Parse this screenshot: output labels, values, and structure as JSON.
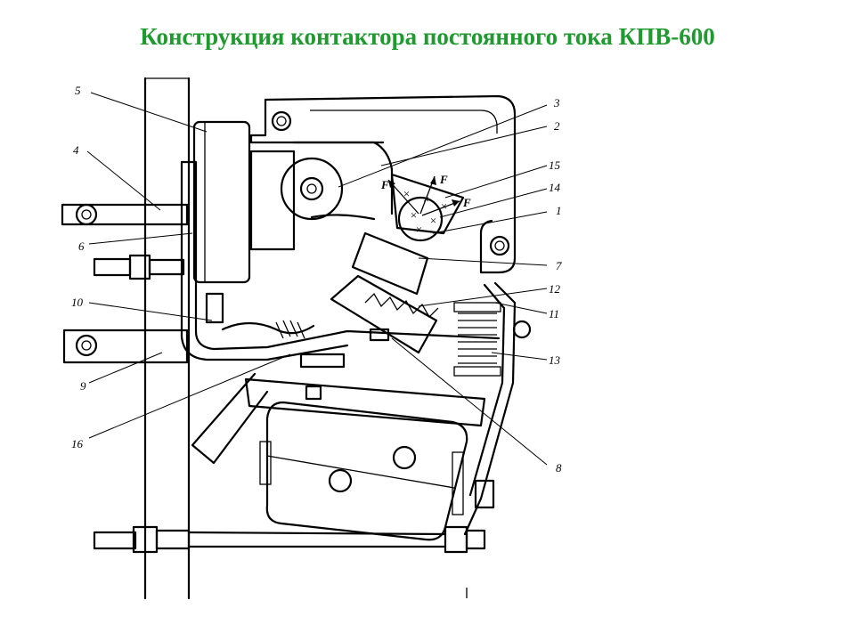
{
  "title": "Конструкция контактора постоянного тока КПВ-600",
  "force_label": "F",
  "callouts": [
    "1",
    "2",
    "3",
    "4",
    "5",
    "6",
    "7",
    "8",
    "9",
    "10",
    "11",
    "12",
    "13",
    "14",
    "15",
    "16"
  ],
  "colors": {
    "title": "#1e9a2e",
    "lines": "#000000"
  }
}
